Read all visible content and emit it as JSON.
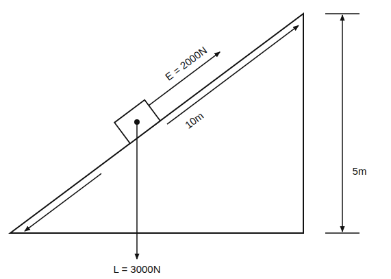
{
  "diagram": {
    "labels": [
      "E = 2000N",
      "10m",
      "5m",
      "L = 3000N"
    ]
  }
}
